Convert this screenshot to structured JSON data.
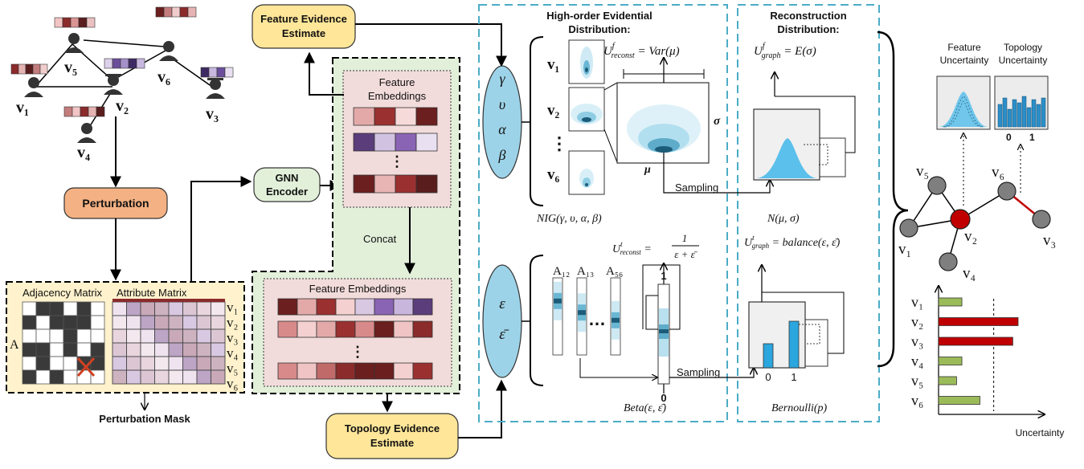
{
  "nodes": {
    "v1": "v₁",
    "v2": "v₂",
    "v3": "v₃",
    "v4": "v₄",
    "v5": "v₅",
    "v6": "v₆"
  },
  "boxes": {
    "perturbation": "Perturbation",
    "gnn_encoder_1": "GNN",
    "gnn_encoder_2": "Encoder",
    "feature_evidence_1": "Feature Evidence",
    "feature_evidence_2": "Estimate",
    "topology_evidence_1": "Topology Evidence",
    "topology_evidence_2": "Estimate"
  },
  "labels": {
    "feature_embeddings_top_1": "Feature",
    "feature_embeddings_top_2": "Embeddings",
    "feature_embeddings_bottom": "Feature Embeddings",
    "concat": "Concat",
    "adjacency_matrix": "Adjacency Matrix",
    "attribute_matrix": "Attribute Matrix",
    "matrix_A": "A",
    "perturbation_mask": "Perturbation Mask",
    "high_order_title_1": "High-order Evidential",
    "high_order_title_2": "Distribution:",
    "reconstruction_title_1": "Reconstruction",
    "reconstruction_title_2": "Distribution:",
    "u_reconst_f": "Uᶠreconst = Var(μ)",
    "u_graph_f": "Uᶠgraph = E(σ)",
    "u_reconst_t": "Uᵗreconst = 1/(ε + ε̄)",
    "u_graph_t": "Uᵗgraph = balance(ε, ε̄)",
    "nig": "NIG(γ, υ, α, β)",
    "normal": "N(μ, σ)",
    "beta": "Beta(ε, ε̄)",
    "bernoulli": "Bernoulli(p)",
    "sampling": "Sampling",
    "sigma": "σ",
    "mu": "μ",
    "gamma": "γ",
    "upsilon": "υ",
    "alpha": "α",
    "beta_param": "β",
    "epsilon": "ε",
    "epsilon_bar": "ε̄",
    "a12": "A₁₂",
    "a13": "A₁₃",
    "a56": "A₅₆",
    "one": "1",
    "zero": "0",
    "bern_0": "0",
    "bern_1": "1",
    "feature_uncertainty_1": "Feature",
    "feature_uncertainty_2": "Uncertainty",
    "topology_uncertainty_1": "Topology",
    "topology_uncertainty_2": "Uncertainty",
    "topo_0": "0",
    "topo_1": "1",
    "uncertainty_axis": "Uncertainty"
  },
  "colors": {
    "node_red": "#c00000",
    "node_gray": "#7f7f7f",
    "bar_green": "#9bbb59",
    "bar_red": "#c00000",
    "box_yellow": "#ffe699",
    "box_orange": "#f4b183",
    "box_green": "#e2f0d9",
    "ellipse_blue": "#9dd3e8",
    "dist_blue": "#5bc0eb",
    "panel_cyan": "#4bacc6"
  },
  "chart_data": {
    "type": "bar",
    "categories": [
      "v₁",
      "v₂",
      "v₃",
      "v₄",
      "v₅",
      "v₆"
    ],
    "values": [
      0.22,
      0.75,
      0.7,
      0.22,
      0.17,
      0.39
    ],
    "colors": [
      "#9bbb59",
      "#c00000",
      "#c00000",
      "#9bbb59",
      "#9bbb59",
      "#9bbb59"
    ],
    "threshold": 0.52,
    "xlabel": "Uncertainty",
    "xlim": [
      0,
      1
    ]
  }
}
